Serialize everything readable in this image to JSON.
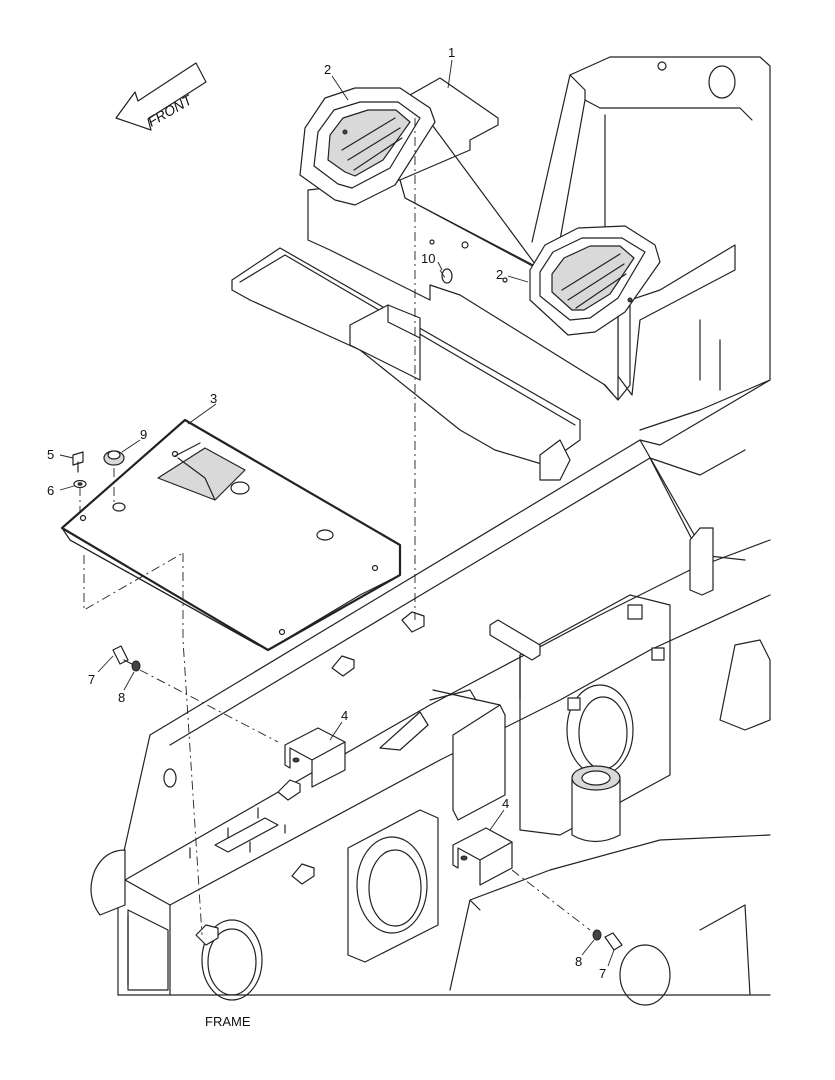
{
  "diagram": {
    "caption": "FRAME",
    "direction_label": "FRONT",
    "part_callouts": {
      "seat_bracket": "1",
      "footrest_pad_left": "2",
      "footrest_pad_right": "2",
      "cover_plate": "3",
      "mount_bracket_upper": "4",
      "mount_bracket_lower": "4",
      "bolt_plate": "5",
      "washer_plate": "6",
      "bolt_upper": "7",
      "bolt_lower": "7",
      "washer_upper": "8",
      "washer_lower": "8",
      "grommet_plate": "9",
      "plug": "10"
    }
  }
}
